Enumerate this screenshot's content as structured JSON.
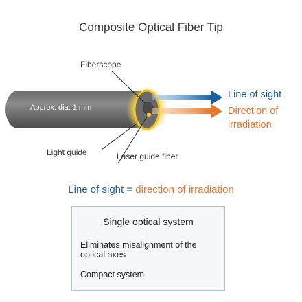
{
  "title": "Composite Optical Fiber Tip",
  "labels": {
    "fiberscope": "Fiberscope",
    "light_guide": "Light guide",
    "laser_guide_fiber": "Laser guide fiber",
    "approx_dia": "Approx. dia: 1 mm",
    "line_of_sight": "Line of sight",
    "direction_line1": "Direction of",
    "direction_line2": "irradiation"
  },
  "equation": {
    "left": "Line of sight",
    "equals": " = ",
    "right": "direction of irradiation"
  },
  "box": {
    "title": "Single optical system",
    "item1": "Eliminates misalignment of the optical axes",
    "item2": "Compact system"
  },
  "colors": {
    "blue": "#1b5e9e",
    "orange": "#e8762e",
    "fiber_dark": "#5a5a5a",
    "glow": "#f6d23a"
  }
}
